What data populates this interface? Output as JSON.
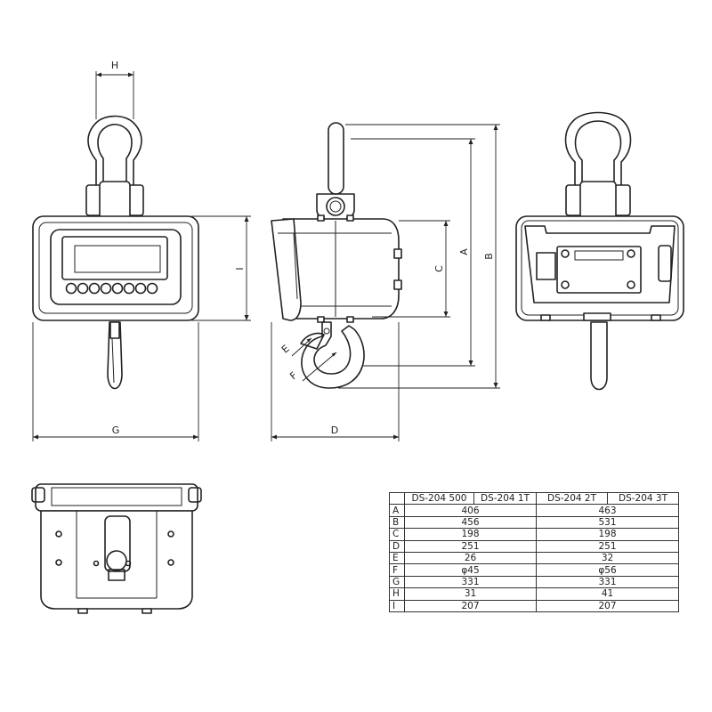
{
  "dimension_labels": {
    "A": "A",
    "B": "B",
    "C": "C",
    "D": "D",
    "E": "E",
    "F": "F",
    "G": "G",
    "H": "H",
    "I": "I"
  },
  "spec_table": {
    "headers": [
      "",
      "DS-204 500",
      "DS-204 1T",
      "DS-204 2T",
      "DS-204 3T"
    ],
    "rows": [
      {
        "label": "A",
        "small": "406",
        "large": "463"
      },
      {
        "label": "B",
        "small": "456",
        "large": "531"
      },
      {
        "label": "C",
        "small": "198",
        "large": "198"
      },
      {
        "label": "D",
        "small": "251",
        "large": "251"
      },
      {
        "label": "E",
        "small": "26",
        "large": "32"
      },
      {
        "label": "F",
        "small": "φ45",
        "large": "φ56"
      },
      {
        "label": "G",
        "small": "331",
        "large": "331"
      },
      {
        "label": "H",
        "small": "31",
        "large": "41"
      },
      {
        "label": "I",
        "small": "207",
        "large": "207"
      }
    ]
  }
}
